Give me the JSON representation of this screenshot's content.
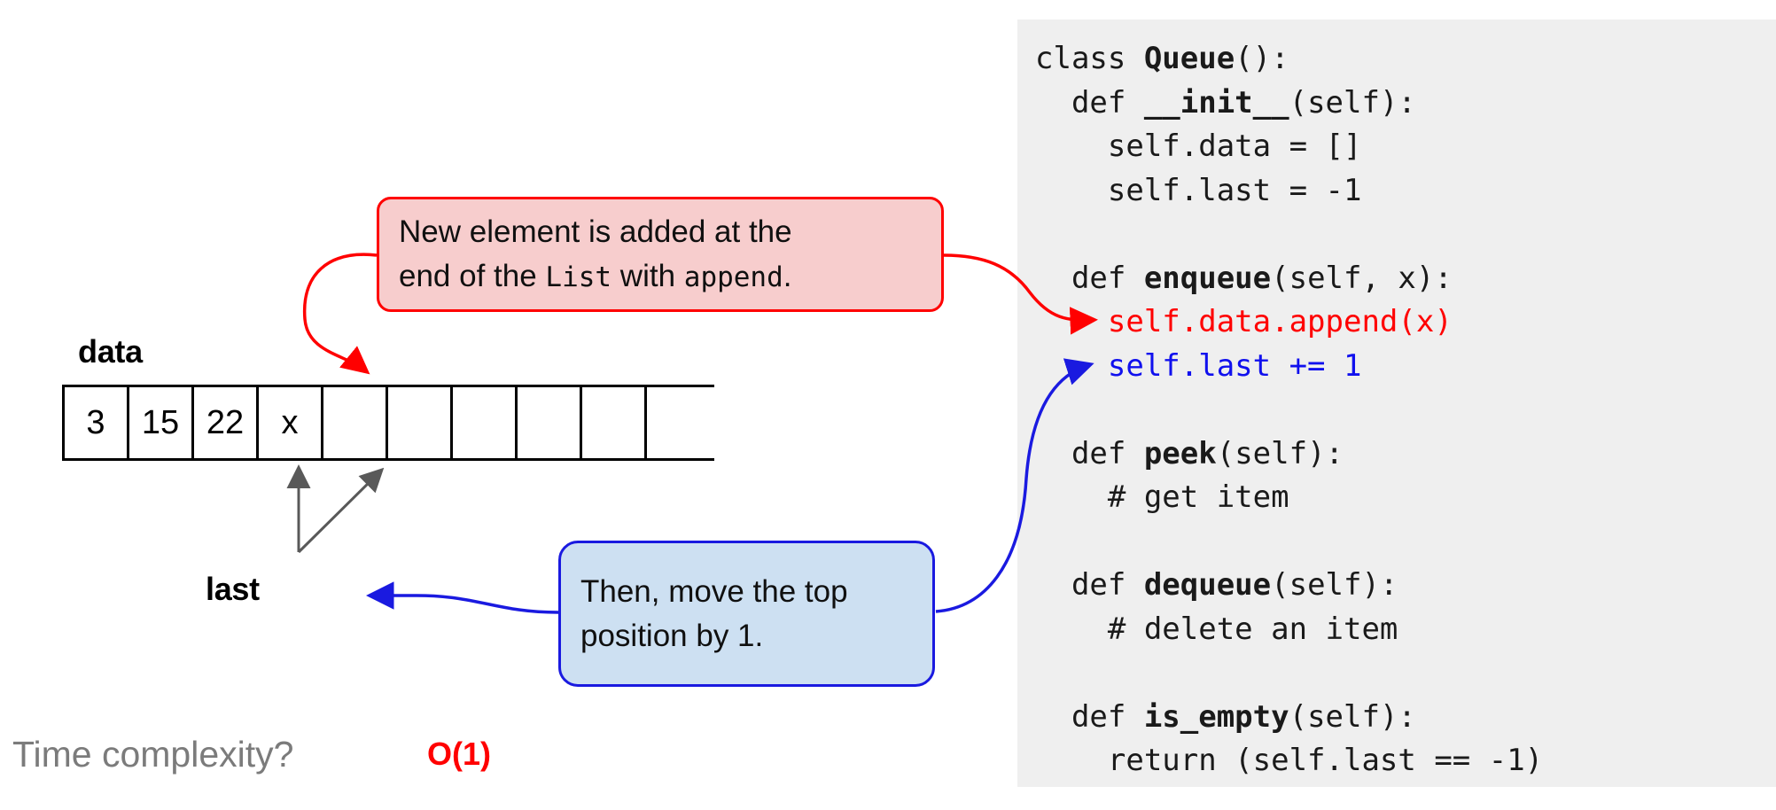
{
  "diagram": {
    "title_label": "data",
    "pointer_label": "last",
    "array": {
      "cells": [
        "3",
        "15",
        "22",
        "x",
        "",
        "",
        "",
        "",
        "",
        ""
      ],
      "filled_count": 4
    }
  },
  "callouts": {
    "red": {
      "line1": "New element is added at the",
      "line2_before": "end of the ",
      "line2_mono1": "List",
      "line2_middle": " with ",
      "line2_mono2": "append",
      "line2_after": ".",
      "border_color": "#ff0000",
      "fill_color": "#f7cdcd"
    },
    "blue": {
      "line1": "Then, move the top",
      "line2": "position by 1.",
      "border_color": "#1a1ae0",
      "fill_color": "#cde0f2"
    }
  },
  "footer": {
    "question": "Time complexity?",
    "answer": "O(1)",
    "question_color": "#7b7b7b",
    "answer_color": "#ff0000"
  },
  "code_panel": {
    "background": "#efefef",
    "lines": [
      {
        "text": "class Queue():",
        "color": "black",
        "bold_part": "Queue"
      },
      {
        "text": "  def __init__(self):",
        "color": "black",
        "bold_part": "__init__"
      },
      {
        "text": "    self.data = []",
        "color": "black"
      },
      {
        "text": "    self.last = -1",
        "color": "black"
      },
      {
        "text": "",
        "color": "black"
      },
      {
        "text": "  def enqueue(self, x):",
        "color": "black",
        "bold_part": "enqueue"
      },
      {
        "text": "    self.data.append(x)",
        "color": "red"
      },
      {
        "text": "    self.last += 1",
        "color": "blue"
      },
      {
        "text": "",
        "color": "black"
      },
      {
        "text": "  def peek(self):",
        "color": "black",
        "bold_part": "peek"
      },
      {
        "text": "    # get item",
        "color": "black"
      },
      {
        "text": "",
        "color": "black"
      },
      {
        "text": "  def dequeue(self):",
        "color": "black",
        "bold_part": "dequeue"
      },
      {
        "text": "    # delete an item",
        "color": "black"
      },
      {
        "text": "",
        "color": "black"
      },
      {
        "text": "  def is_empty(self):",
        "color": "black",
        "bold_part": "is_empty"
      },
      {
        "text": "    return (self.last == -1)",
        "color": "black"
      }
    ]
  },
  "colors": {
    "red": "#ff0000",
    "blue": "#1a1ae0",
    "code_red": "#ff0000",
    "code_blue": "#1010ee",
    "gray_arrow": "#595959",
    "panel_bg": "#efefef"
  }
}
